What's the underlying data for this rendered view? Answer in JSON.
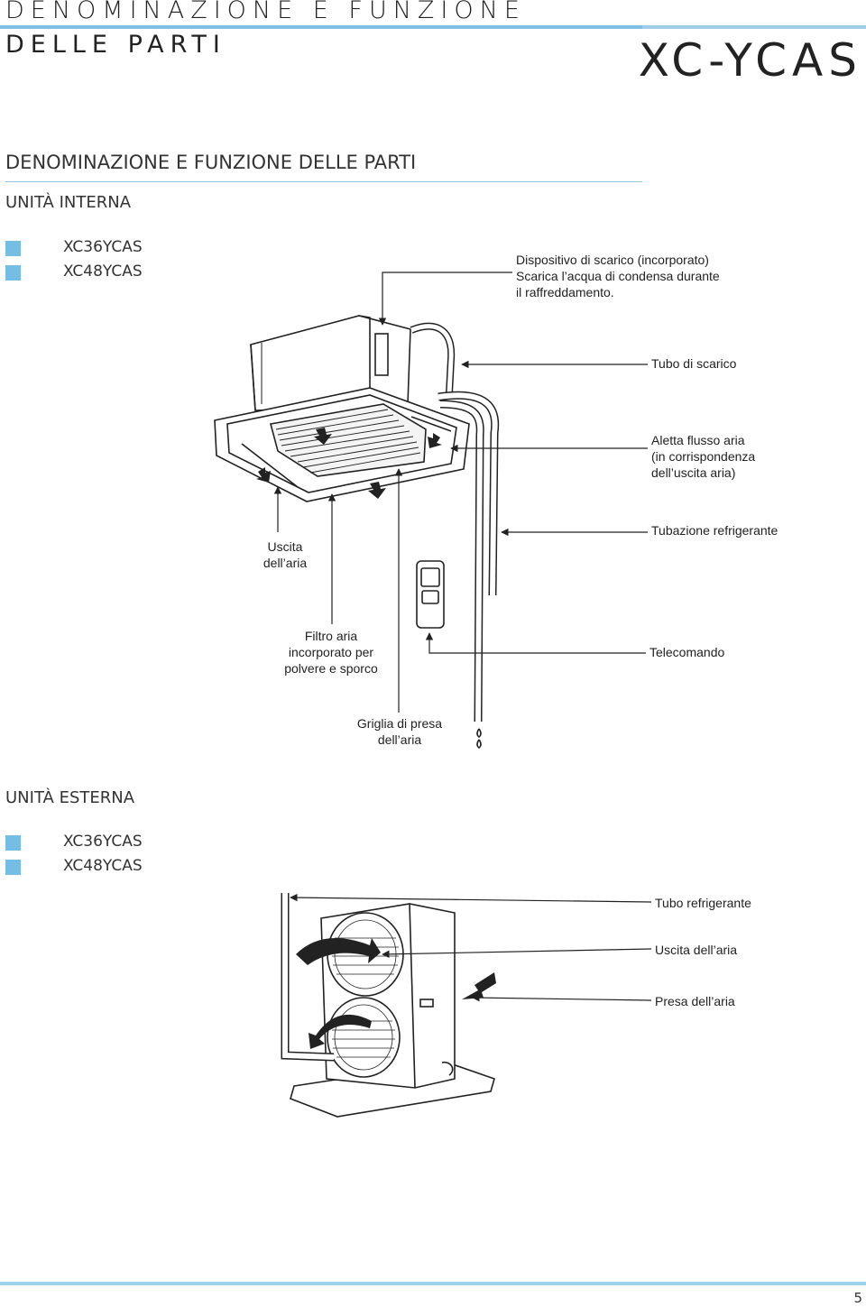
{
  "header": {
    "title_line1": "DENOMINAZIONE E FUNZIONE",
    "title_line2": "DELLE PARTI",
    "model": "XC-YCAS"
  },
  "section": {
    "title": "DENOMINAZIONE E FUNZIONE DELLE PARTI"
  },
  "indoor": {
    "heading": "UNITÀ INTERNA",
    "models": [
      "XC36YCAS",
      "XC48YCAS"
    ],
    "labels": {
      "drain_device": [
        "Dispositivo di scarico (incorporato)",
        "Scarica l’acqua di condensa durante",
        "il raffreddamento."
      ],
      "drain_pipe": "Tubo di scarico",
      "louver": [
        "Aletta flusso aria",
        "(in corrispondenza",
        "dell’uscita aria)"
      ],
      "air_outlet": [
        "Uscita",
        "dell’aria"
      ],
      "refrigerant_piping": "Tubazione refrigerante",
      "air_filter": [
        "Filtro aria",
        "incorporato per",
        "polvere e sporco"
      ],
      "remote": "Telecomando",
      "intake_grille": [
        "Griglia di presa",
        "dell’aria"
      ]
    }
  },
  "outdoor": {
    "heading": "UNITÀ ESTERNA",
    "models": [
      "XC36YCAS",
      "XC48YCAS"
    ],
    "labels": {
      "refrigerant_pipe": "Tubo refrigerante",
      "air_outlet": "Uscita dell’aria",
      "air_intake": "Presa dell’aria"
    }
  },
  "footer": {
    "page_number": "5"
  },
  "colors": {
    "accent": "#75bde2",
    "rule": "#8fc6e4"
  },
  "icons": [
    "bullet-square-icon",
    "arrow-icon"
  ]
}
